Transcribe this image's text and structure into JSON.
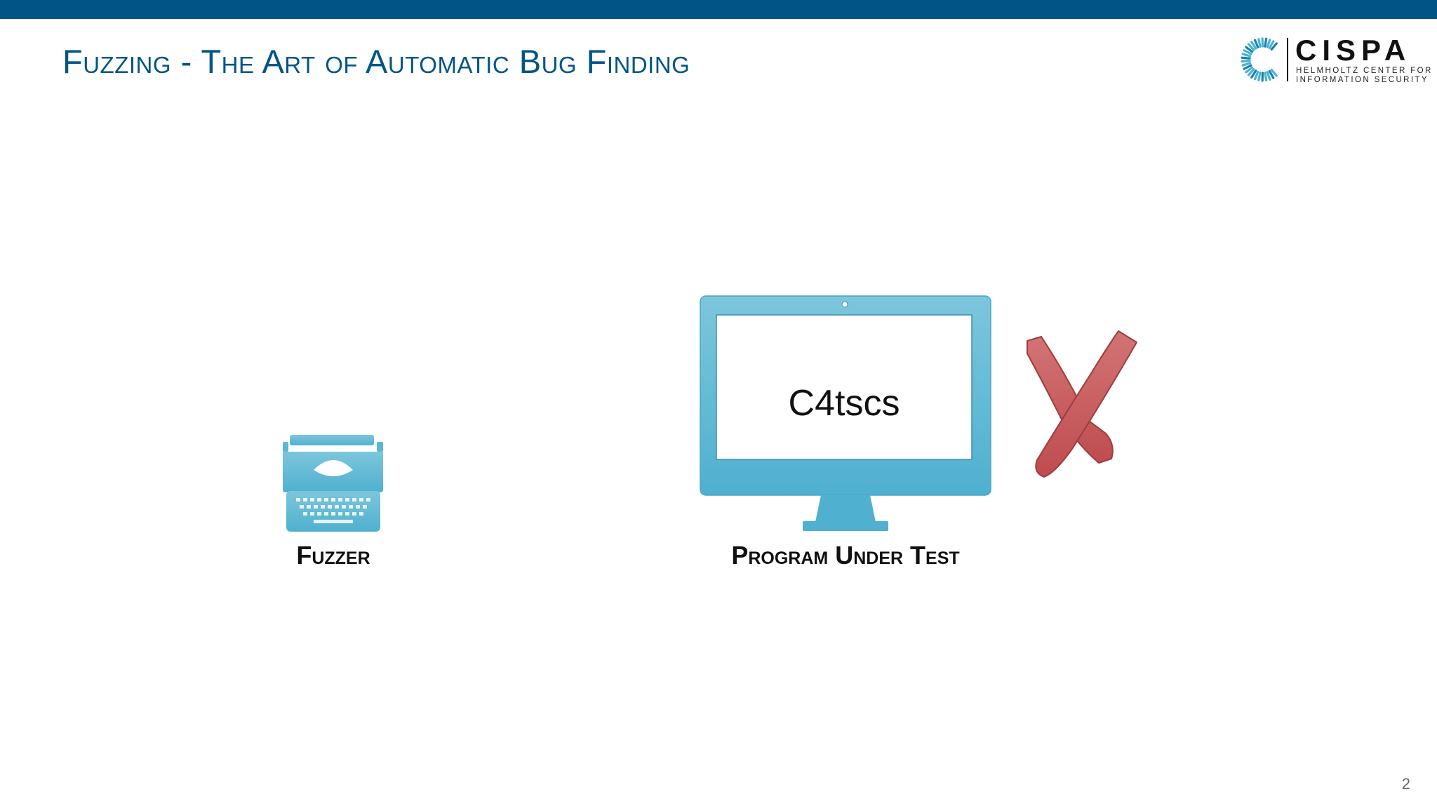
{
  "slide": {
    "title": "Fuzzing - The Art of Automatic Bug Finding",
    "page_number": "2"
  },
  "logo": {
    "name": "CISPA",
    "subtitle_line1": "HELMHOLTZ CENTER FOR",
    "subtitle_line2": "INFORMATION SECURITY"
  },
  "diagram": {
    "fuzzer": {
      "label": "Fuzzer",
      "icon": "typewriter-icon"
    },
    "program": {
      "label": "Program Under Test",
      "icon": "monitor-icon",
      "screen_text": "C4tscs"
    },
    "result": {
      "icon": "red-cross-icon"
    }
  },
  "colors": {
    "brand_blue": "#005587",
    "icon_blue": "#5bb8d4",
    "cross_red": "#c8585a"
  }
}
